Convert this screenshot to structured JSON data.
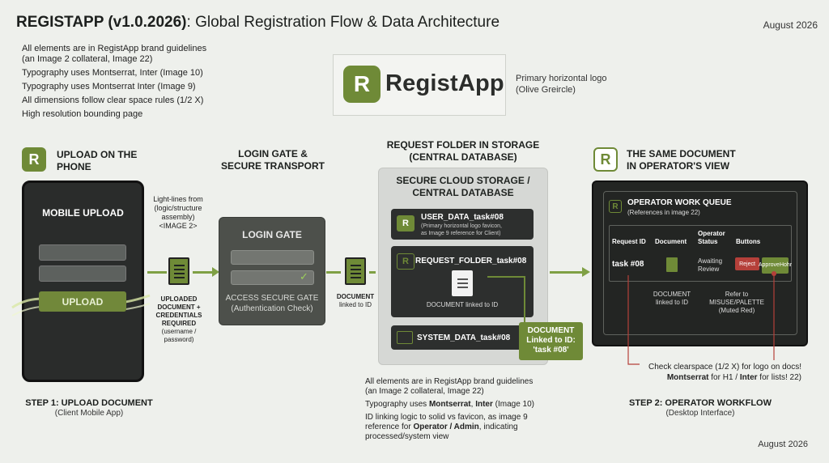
{
  "header": {
    "title_bold": "REGISTAPP (v1.0.2026)",
    "title_rest": ": Global Registration Flow & Data Architecture",
    "date": "August 2026",
    "date_bottom": "August 2026"
  },
  "top_notes": [
    "All elements are in RegistApp brand guidelines",
    "(an Image 2 collateral, Image 22)",
    "Typography uses Montserrat, Inter (Image 10)",
    "Typography uses Montserrat Inter (Image 9)",
    "All dimensions follow clear space rules (1/2 X)",
    "High resolution bounding page"
  ],
  "logo": {
    "mark": "R",
    "name": "RegistApp",
    "note_line1": "Primary horizontal logo",
    "note_line2": "(Olive Greircle)"
  },
  "sections": {
    "upload": {
      "icon": "R",
      "head_line1": "UPLOAD ON THE",
      "head_line2": "PHONE"
    },
    "login": {
      "head_line1": "LOGIN GATE &",
      "head_line2": "SECURE TRANSPORT"
    },
    "storage": {
      "head_line1": "REQUEST FOLDER IN STORAGE",
      "head_line2": "(CENTRAL DATABASE)"
    },
    "operator": {
      "icon": "R",
      "head_line1": "THE SAME DOCUMENT",
      "head_line2": "IN OPERATOR'S VIEW"
    }
  },
  "phone": {
    "title": "MOBILE UPLOAD",
    "upload_button": "UPLOAD"
  },
  "lightlines_note": [
    "Light-lines from",
    "(logic/structure",
    "assembly)",
    "<IMAGE 2>"
  ],
  "uploaded_caption": [
    "UPLOADED",
    "DOCUMENT +",
    "CREDENTIALS",
    "REQUIRED",
    "(username /",
    "password)"
  ],
  "gate": {
    "title": "LOGIN GATE",
    "sub_line1": "ACCESS SECURE GATE",
    "sub_line2": "(Authentication Check)",
    "check": "✓"
  },
  "doc_linked_caption": [
    "DOCUMENT",
    "linked to ID"
  ],
  "storage": {
    "title_line1": "SECURE CLOUD STORAGE /",
    "title_line2": "CENTRAL DATABASE",
    "user_folder": {
      "icon": "R",
      "name": "USER_DATA_task#08",
      "note_line1": "(Primary horizontal logo favicon,",
      "note_line2": "as Image 9 reference for Client)"
    },
    "request_folder": {
      "icon": "R",
      "name": "REQUEST_FOLDER_task#08",
      "doc_caption": "DOCUMENT linked to ID"
    },
    "system_folder": {
      "name": "SYSTEM_DATA_task#08"
    }
  },
  "callout": [
    "DOCUMENT",
    "Linked to ID:",
    "'task #08'"
  ],
  "operator": {
    "queue_title": "OPERATOR WORK QUEUE",
    "queue_sub": "(References in image 22)",
    "col_request": "Request ID",
    "col_document": "Document",
    "col_status_line1": "Operator",
    "col_status_line2": "Status",
    "col_buttons": "Buttons",
    "row_id": "task #08",
    "row_status_line1": "Awaiting",
    "row_status_line2": "Review",
    "btn_reject": "Reject",
    "btn_approve_line1": "Approve",
    "btn_approve_line2": "Hohr",
    "doc_caption_line1": "DOCUMENT",
    "doc_caption_line2": "linked to ID",
    "refer_line1": "Refer to",
    "refer_line2": "MISUSE/PALETTE",
    "refer_line3": "(Muted Red)"
  },
  "check_note": {
    "line1": "Check clearspace (1/2 X) for logo on docs!",
    "line2_bold1": "Montserrat",
    "line2_mid": " for H1 / ",
    "line2_bold2": "Inter",
    "line2_end": " for lists! 22)"
  },
  "steps": {
    "step1_title": "STEP 1: UPLOAD DOCUMENT",
    "step1_sub": "(Client Mobile App)",
    "step2_title": "STEP 2: OPERATOR WORKFLOW",
    "step2_sub": "(Desktop Interface)"
  },
  "bottom_notes": {
    "line1": "All elements are in RegistApp brand guidelines",
    "line2": "(an Image 2 collateral, Image 22)",
    "typo_pre": "Typography uses ",
    "typo_bold1": "Montserrat",
    "typo_mid": ", ",
    "typo_bold2": "Inter",
    "typo_end": " (Image 10)",
    "id_pre": "ID linking logic to solid vs favicon, as image 9 reference for ",
    "id_bold": "Operator / Admin",
    "id_end": ", indicating processed/system view"
  },
  "colors": {
    "olive": "#6f8a37",
    "muted_red": "#b5403a",
    "dark": "#2d2f2e"
  }
}
